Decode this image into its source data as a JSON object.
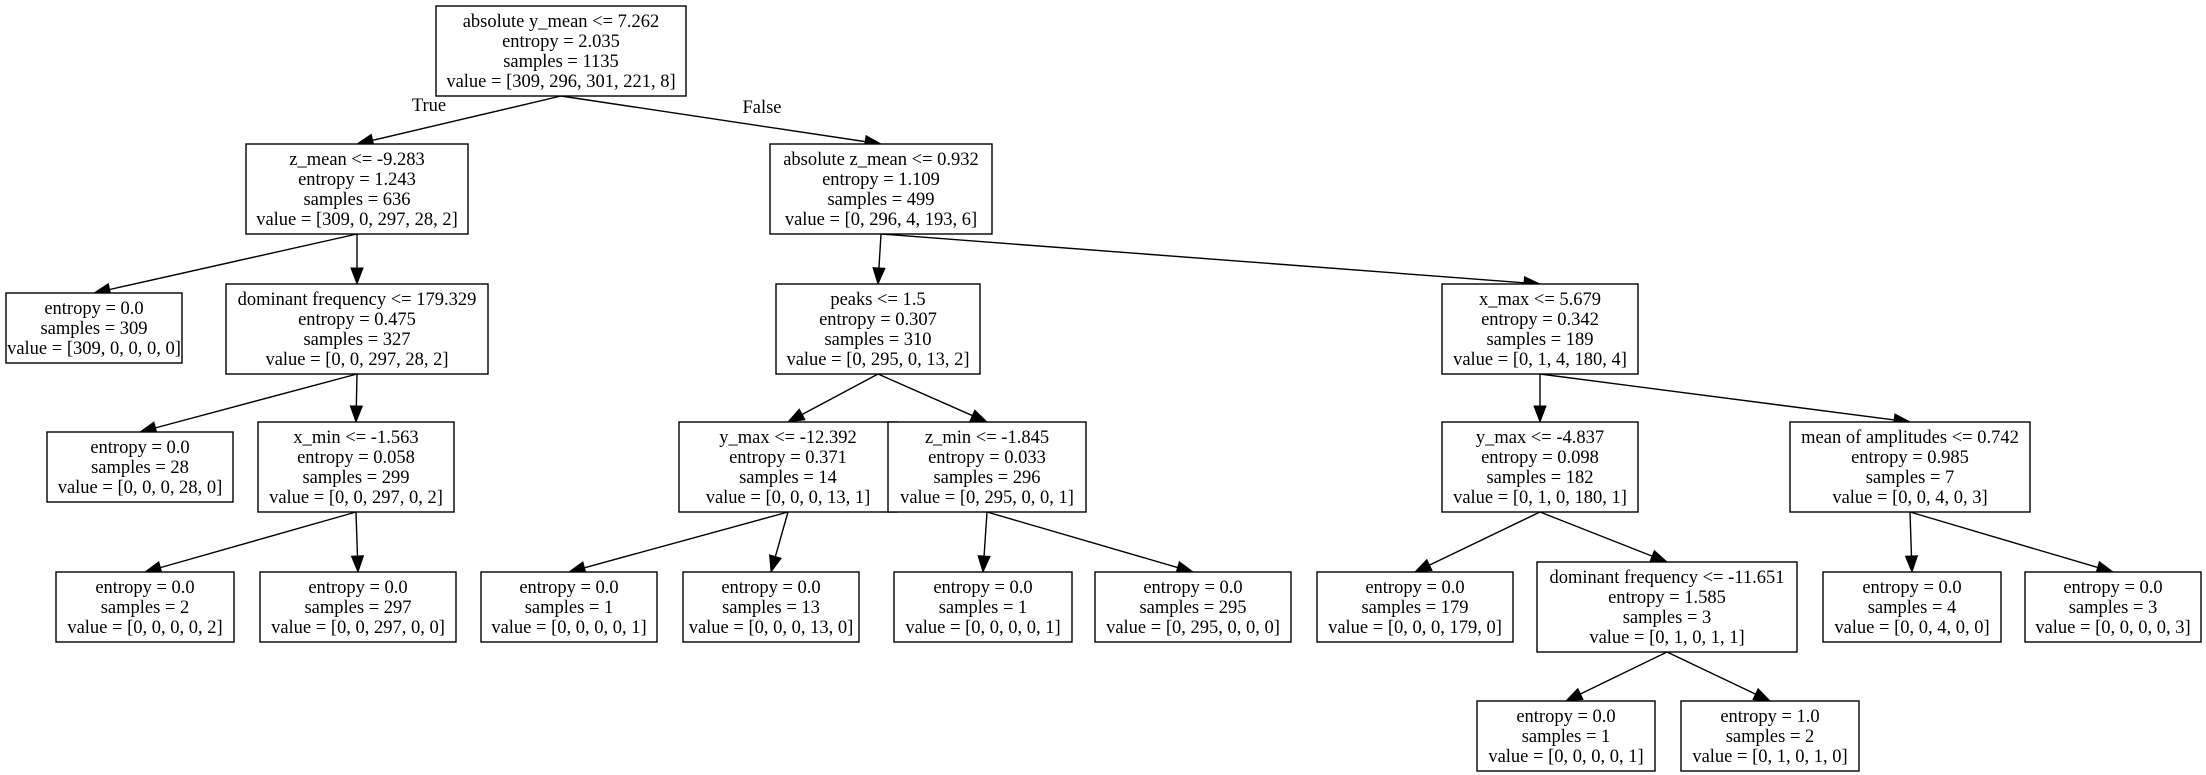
{
  "tree": {
    "nodes": [
      {
        "id": "n0",
        "lines": [
          "absolute y_mean <= 7.262",
          "entropy = 2.035",
          "samples = 1135",
          "value = [309, 296, 301, 221, 8]"
        ]
      },
      {
        "id": "n1",
        "lines": [
          "z_mean <= -9.283",
          "entropy = 1.243",
          "samples = 636",
          "value = [309, 0, 297, 28, 2]"
        ]
      },
      {
        "id": "n2",
        "lines": [
          "entropy = 0.0",
          "samples = 309",
          "value = [309, 0, 0, 0, 0]"
        ]
      },
      {
        "id": "n3",
        "lines": [
          "dominant frequency <= 179.329",
          "entropy = 0.475",
          "samples = 327",
          "value = [0, 0, 297, 28, 2]"
        ]
      },
      {
        "id": "n4",
        "lines": [
          "entropy = 0.0",
          "samples = 28",
          "value = [0, 0, 0, 28, 0]"
        ]
      },
      {
        "id": "n5",
        "lines": [
          "x_min <= -1.563",
          "entropy = 0.058",
          "samples = 299",
          "value = [0, 0, 297, 0, 2]"
        ]
      },
      {
        "id": "n6",
        "lines": [
          "entropy = 0.0",
          "samples = 2",
          "value = [0, 0, 0, 0, 2]"
        ]
      },
      {
        "id": "n7",
        "lines": [
          "entropy = 0.0",
          "samples = 297",
          "value = [0, 0, 297, 0, 0]"
        ]
      },
      {
        "id": "n8",
        "lines": [
          "absolute z_mean <= 0.932",
          "entropy = 1.109",
          "samples = 499",
          "value = [0, 296, 4, 193, 6]"
        ]
      },
      {
        "id": "n9",
        "lines": [
          "peaks <= 1.5",
          "entropy = 0.307",
          "samples = 310",
          "value = [0, 295, 0, 13, 2]"
        ]
      },
      {
        "id": "n10",
        "lines": [
          "y_max <= -12.392",
          "entropy = 0.371",
          "samples = 14",
          "value = [0, 0, 0, 13, 1]"
        ]
      },
      {
        "id": "n11",
        "lines": [
          "entropy = 0.0",
          "samples = 1",
          "value = [0, 0, 0, 0, 1]"
        ]
      },
      {
        "id": "n12",
        "lines": [
          "entropy = 0.0",
          "samples = 13",
          "value = [0, 0, 0, 13, 0]"
        ]
      },
      {
        "id": "n13",
        "lines": [
          "z_min <= -1.845",
          "entropy = 0.033",
          "samples = 296",
          "value = [0, 295, 0, 0, 1]"
        ]
      },
      {
        "id": "n14",
        "lines": [
          "entropy = 0.0",
          "samples = 1",
          "value = [0, 0, 0, 0, 1]"
        ]
      },
      {
        "id": "n15",
        "lines": [
          "entropy = 0.0",
          "samples = 295",
          "value = [0, 295, 0, 0, 0]"
        ]
      },
      {
        "id": "n16",
        "lines": [
          "x_max <= 5.679",
          "entropy = 0.342",
          "samples = 189",
          "value = [0, 1, 4, 180, 4]"
        ]
      },
      {
        "id": "n17",
        "lines": [
          "y_max <= -4.837",
          "entropy = 0.098",
          "samples = 182",
          "value = [0, 1, 0, 180, 1]"
        ]
      },
      {
        "id": "n18",
        "lines": [
          "entropy = 0.0",
          "samples = 179",
          "value = [0, 0, 0, 179, 0]"
        ]
      },
      {
        "id": "n19",
        "lines": [
          "dominant frequency <= -11.651",
          "entropy = 1.585",
          "samples = 3",
          "value = [0, 1, 0, 1, 1]"
        ]
      },
      {
        "id": "n20",
        "lines": [
          "entropy = 0.0",
          "samples = 1",
          "value = [0, 0, 0, 0, 1]"
        ]
      },
      {
        "id": "n21",
        "lines": [
          "entropy = 1.0",
          "samples = 2",
          "value = [0, 1, 0, 1, 0]"
        ]
      },
      {
        "id": "n22",
        "lines": [
          "mean of amplitudes <= 0.742",
          "entropy = 0.985",
          "samples = 7",
          "value = [0, 0, 4, 0, 3]"
        ]
      },
      {
        "id": "n23",
        "lines": [
          "entropy = 0.0",
          "samples = 4",
          "value = [0, 0, 4, 0, 0]"
        ]
      },
      {
        "id": "n24",
        "lines": [
          "entropy = 0.0",
          "samples = 3",
          "value = [0, 0, 0, 0, 3]"
        ]
      }
    ],
    "edges": [
      {
        "from": "n0",
        "to": "n1",
        "label": "True"
      },
      {
        "from": "n0",
        "to": "n8",
        "label": "False"
      },
      {
        "from": "n1",
        "to": "n2"
      },
      {
        "from": "n1",
        "to": "n3"
      },
      {
        "from": "n3",
        "to": "n4"
      },
      {
        "from": "n3",
        "to": "n5"
      },
      {
        "from": "n5",
        "to": "n6"
      },
      {
        "from": "n5",
        "to": "n7"
      },
      {
        "from": "n8",
        "to": "n9"
      },
      {
        "from": "n8",
        "to": "n16"
      },
      {
        "from": "n9",
        "to": "n10"
      },
      {
        "from": "n9",
        "to": "n13"
      },
      {
        "from": "n10",
        "to": "n11"
      },
      {
        "from": "n10",
        "to": "n12"
      },
      {
        "from": "n13",
        "to": "n14"
      },
      {
        "from": "n13",
        "to": "n15"
      },
      {
        "from": "n16",
        "to": "n17"
      },
      {
        "from": "n16",
        "to": "n22"
      },
      {
        "from": "n17",
        "to": "n18"
      },
      {
        "from": "n17",
        "to": "n19"
      },
      {
        "from": "n19",
        "to": "n20"
      },
      {
        "from": "n19",
        "to": "n21"
      },
      {
        "from": "n22",
        "to": "n23"
      },
      {
        "from": "n22",
        "to": "n24"
      }
    ]
  }
}
